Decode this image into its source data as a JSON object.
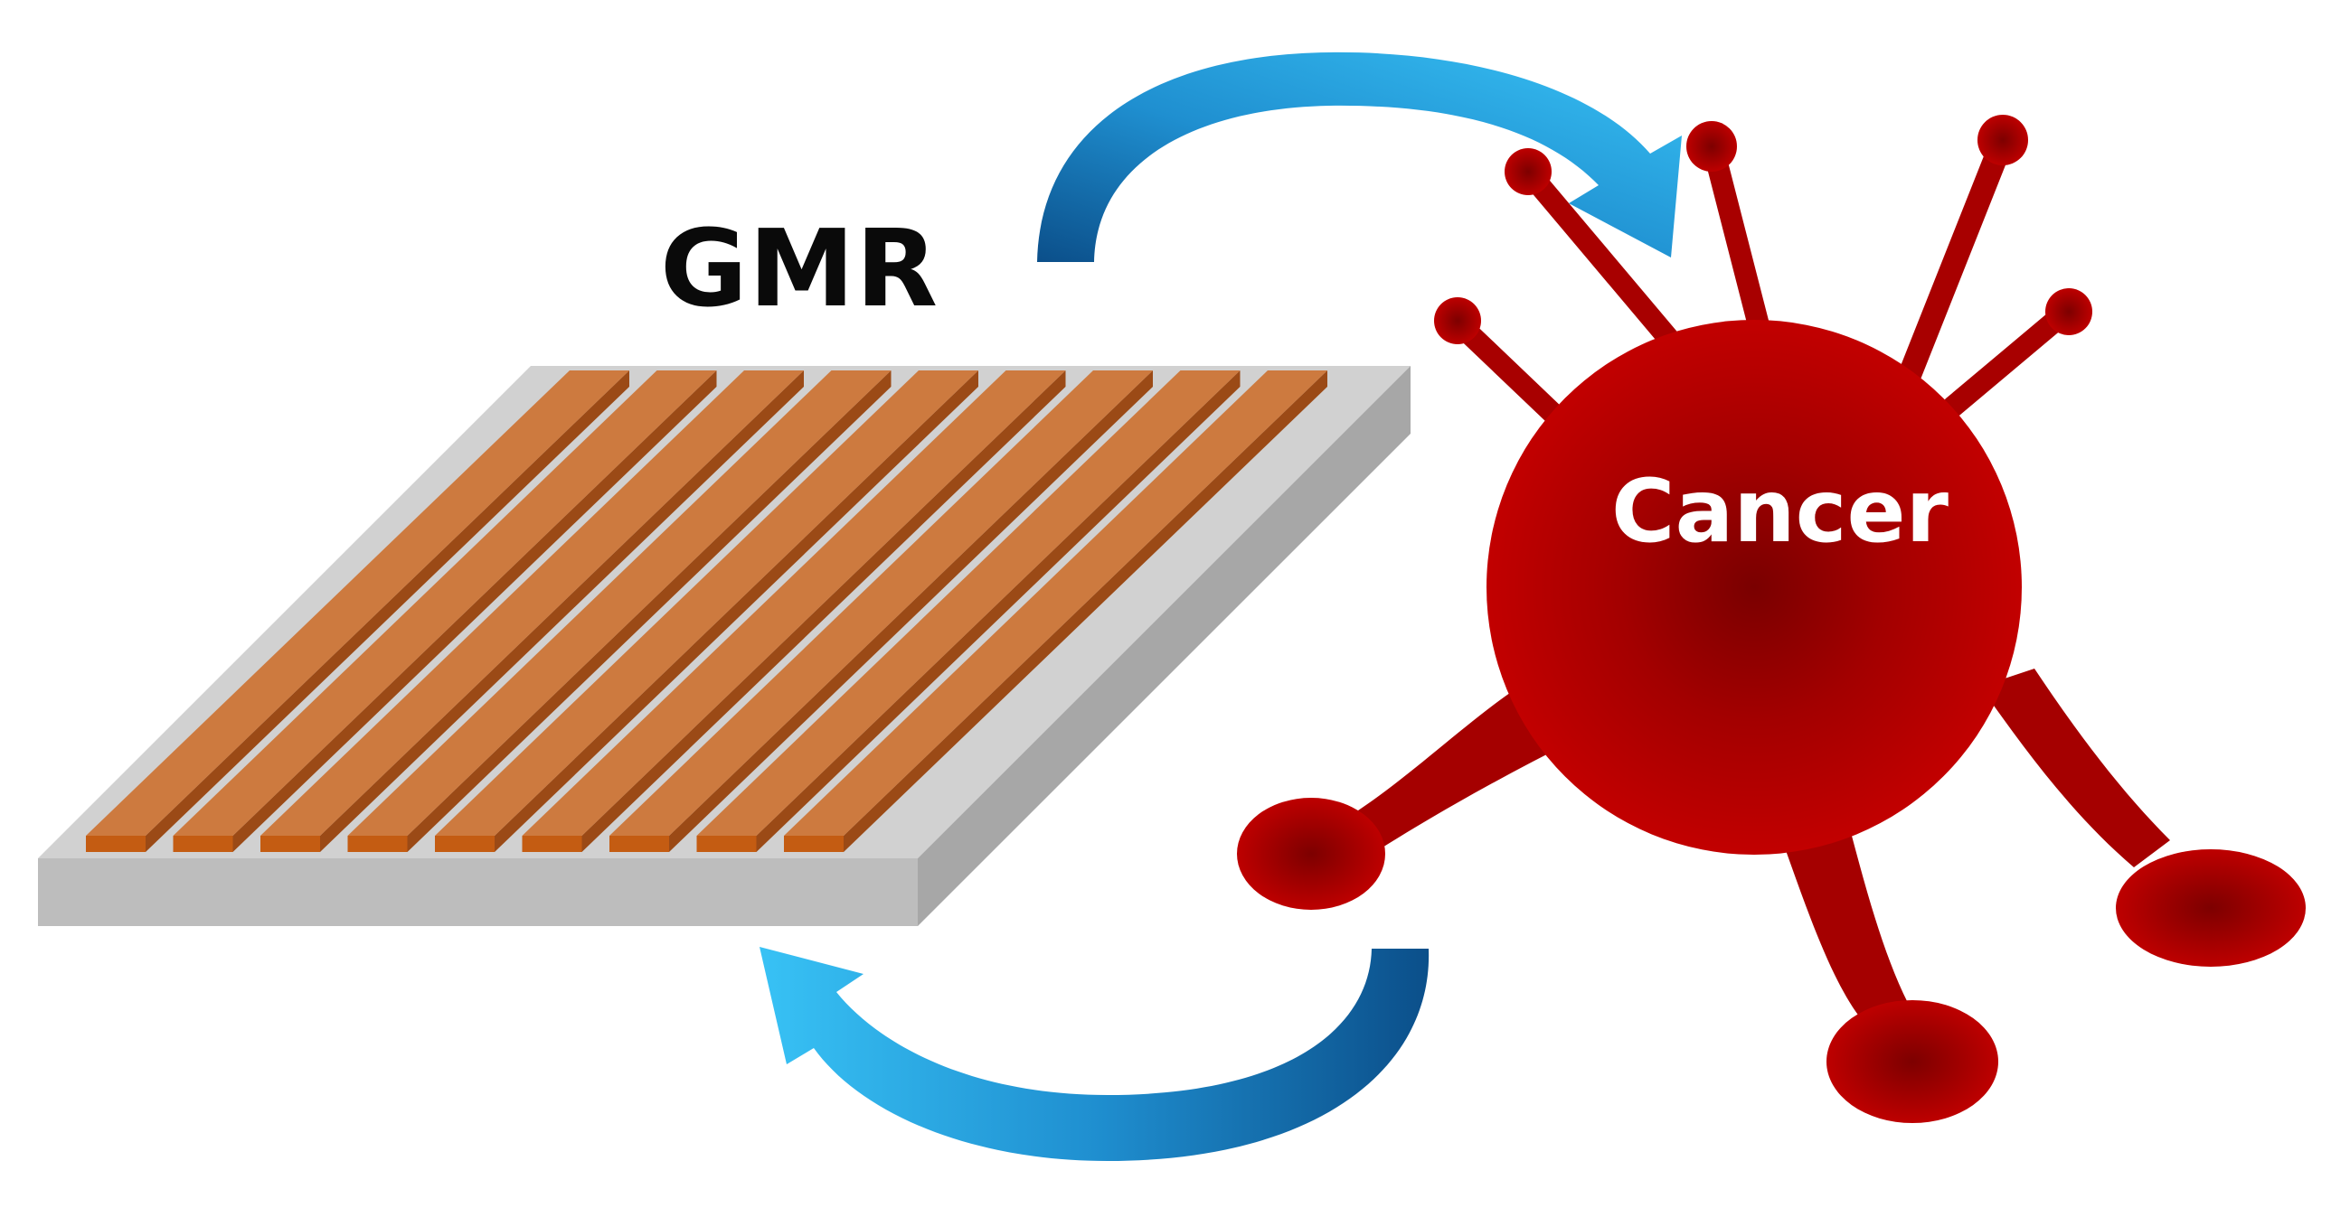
{
  "labels": {
    "sensor": "GMR",
    "cell": "Cancer"
  },
  "sensor": {
    "strip_count": 9
  },
  "cell": {
    "protrusion_count": 8
  },
  "arrows": {
    "count": 2,
    "directions": [
      "sensor-to-cell",
      "cell-to-sensor"
    ]
  },
  "colors": {
    "strip_top": "#cd7a3f",
    "strip_side": "#9b4a16",
    "strip_end": "#c45c12",
    "substrate_top": "#d1d1d1",
    "substrate_front": "#bdbdbd",
    "substrate_side": "#a7a7a7",
    "cell_core": "#8a0000",
    "cell_edge": "#c40000",
    "arrow_light": "#33b6ef",
    "arrow_dark": "#0b4f8a"
  }
}
